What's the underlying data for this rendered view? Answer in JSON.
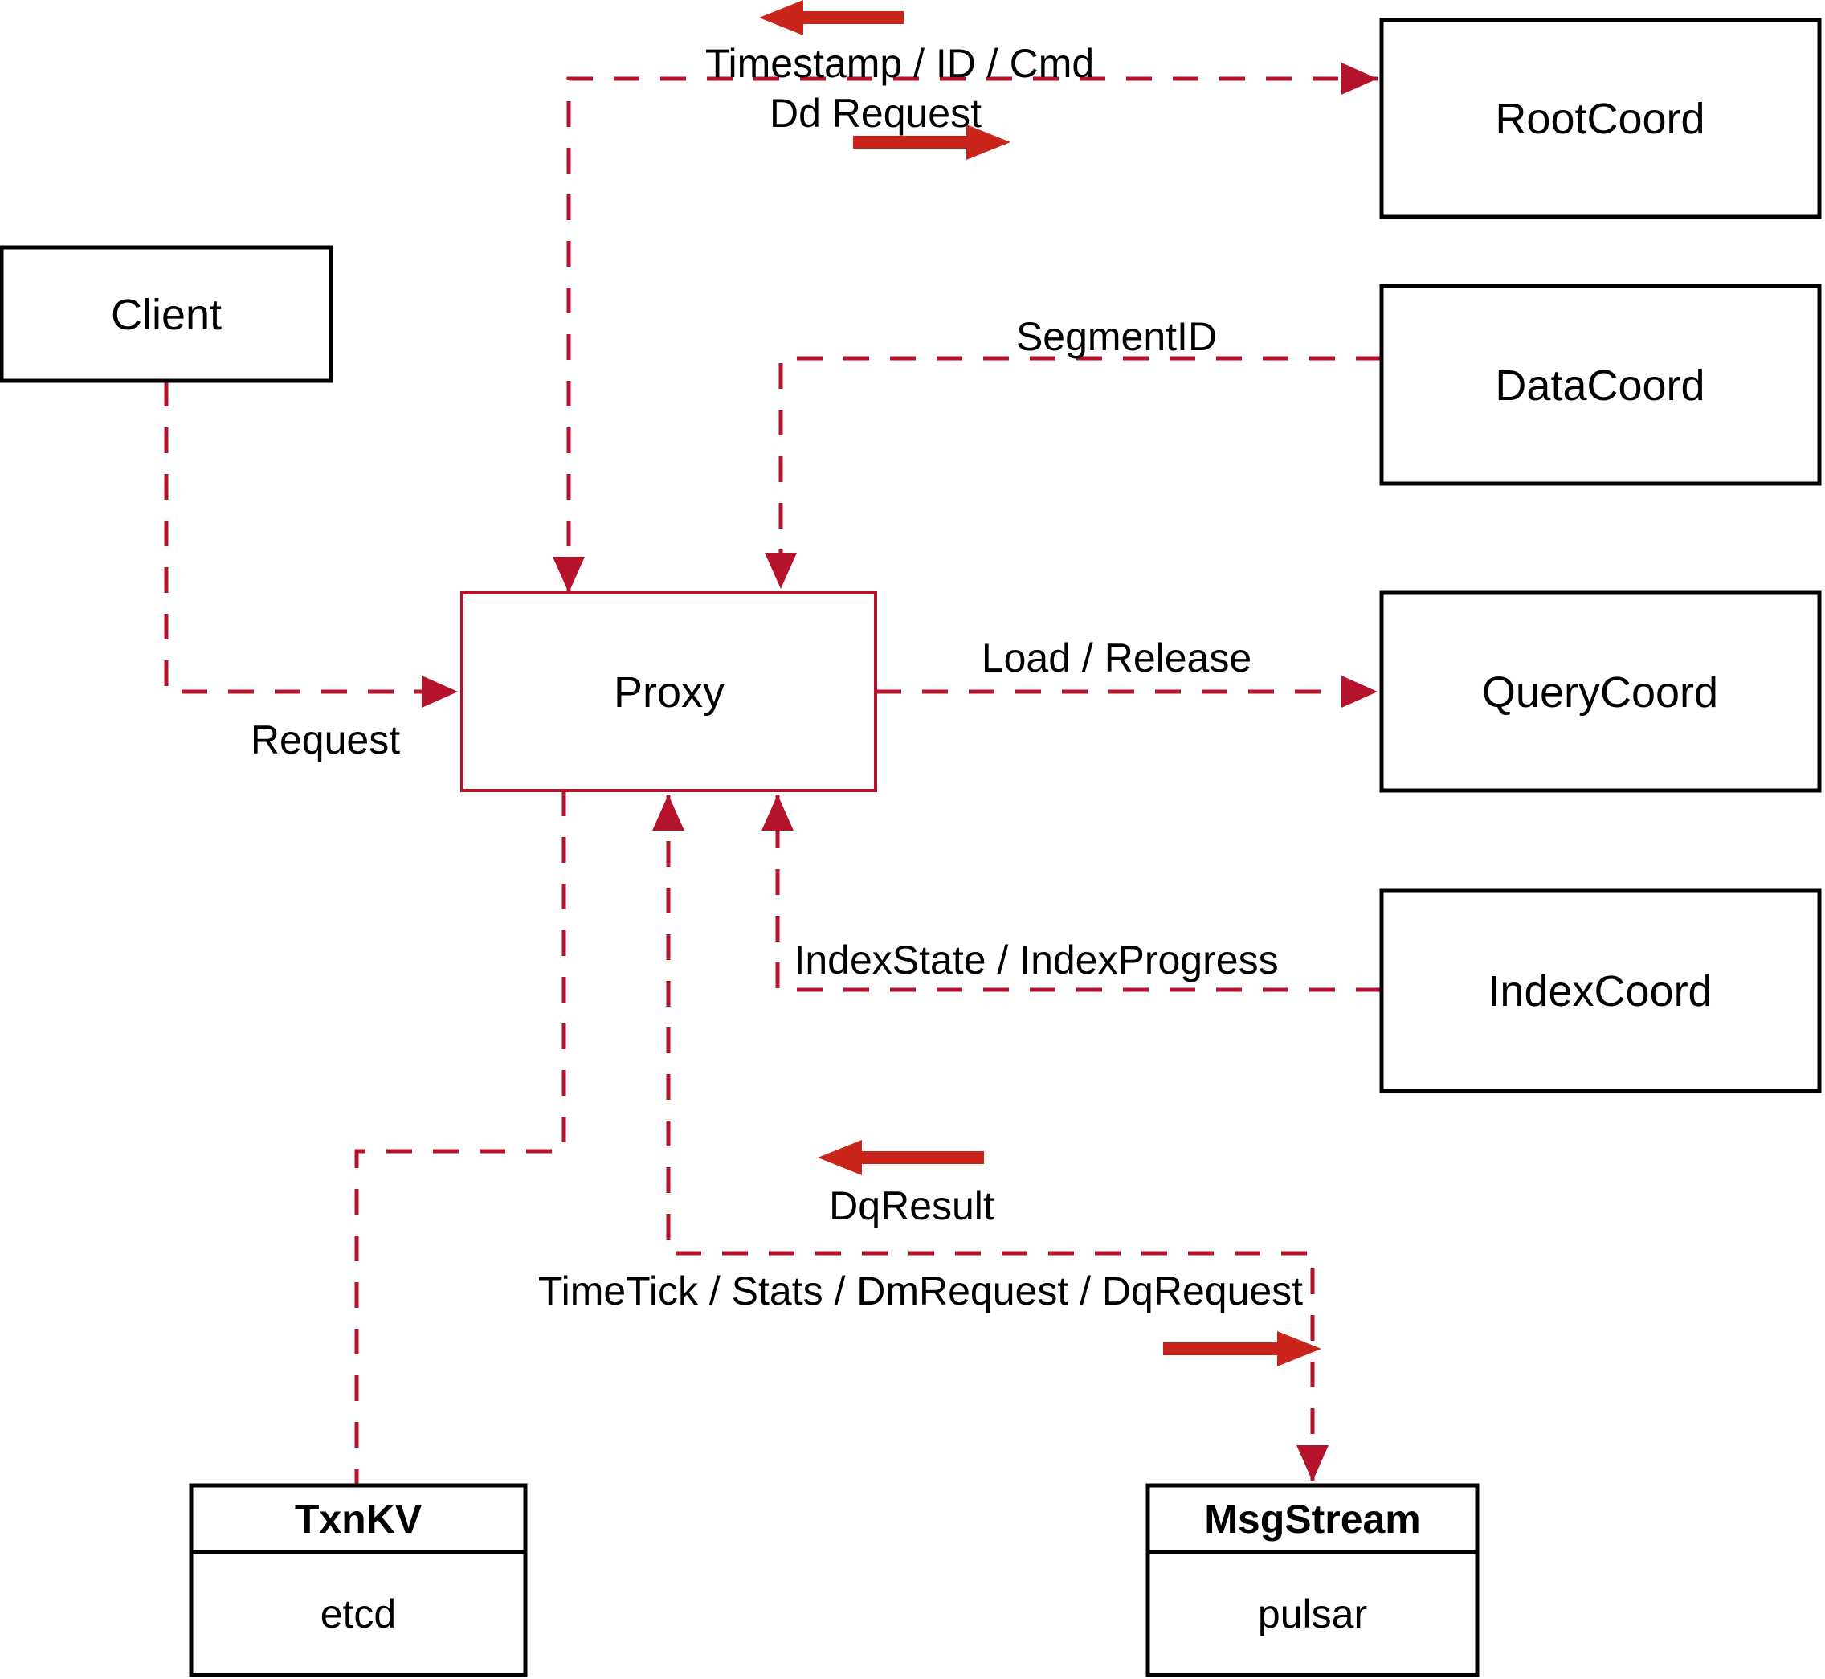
{
  "colors": {
    "background": "#ffffff",
    "box_border": "#000000",
    "text": "#000000",
    "connector_red": "#b5122b",
    "arrow_red": "#c9251a"
  },
  "nodes": {
    "client": {
      "label": "Client"
    },
    "proxy": {
      "label": "Proxy"
    },
    "root_coord": {
      "label": "RootCoord"
    },
    "data_coord": {
      "label": "DataCoord"
    },
    "query_coord": {
      "label": "QueryCoord"
    },
    "index_coord": {
      "label": "IndexCoord"
    },
    "txn_kv": {
      "title": "TxnKV",
      "subtitle": "etcd"
    },
    "msg_stream": {
      "title": "MsgStream",
      "subtitle": "pulsar"
    }
  },
  "edge_labels": {
    "timestamp": "Timestamp / ID / Cmd",
    "dd_request": "Dd Request",
    "segment_id": "SegmentID",
    "request": "Request",
    "load_release": "Load / Release",
    "index_state": "IndexState / IndexProgress",
    "dq_result": "DqResult",
    "time_tick": "TimeTick / Stats / DmRequest / DqRequest"
  }
}
